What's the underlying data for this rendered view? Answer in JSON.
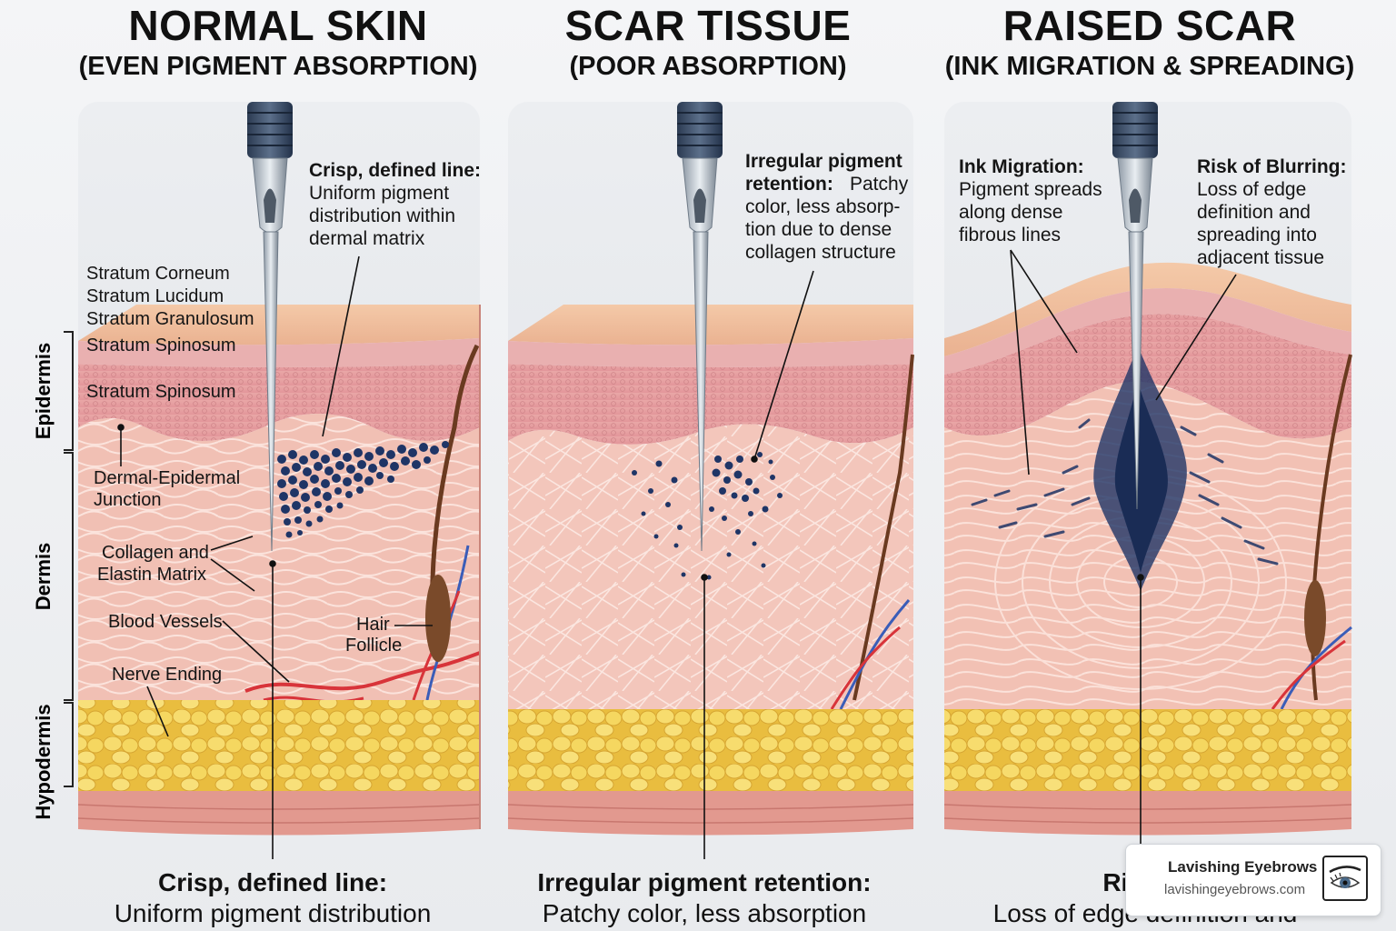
{
  "panels": [
    {
      "title": "NORMAL SKIN",
      "subtitle": "(EVEN PIGMENT ABSORPTION)",
      "callout_heading": "Crisp, defined line:",
      "callout_lines": [
        "Uniform pigment",
        "distribution within",
        "dermal matrix"
      ],
      "bottom_heading": "Crisp, defined line:",
      "bottom_text": "Uniform pigment distribution"
    },
    {
      "title": "SCAR TISSUE",
      "subtitle": "(POOR ABSORPTION)",
      "callout_heading_lines": [
        "Irregular pigment",
        "retention:"
      ],
      "callout_lines": [
        "Patchy",
        "color, less absorp-",
        "tion due to dense",
        "collagen structure"
      ],
      "bottom_heading": "Irregular pigment retention:",
      "bottom_text": "Patchy color, less absorption"
    },
    {
      "title": "RAISED SCAR",
      "subtitle": "(INK MIGRATION & SPREADING)",
      "callout_a_heading": "Ink Migration:",
      "callout_a_lines": [
        "Pigment spreads",
        "along dense",
        "fibrous lines"
      ],
      "callout_b_heading": "Risk of Blurring:",
      "callout_b_lines": [
        "Loss of edge",
        "definition and",
        "spreading into",
        "adjacent tissue"
      ],
      "bottom_heading": "Risk of",
      "bottom_text": "Loss of edge definition and"
    }
  ],
  "layer_labels": {
    "stratum_corneum": "Stratum Corneum",
    "stratum_lucidum": "Stratum Lucidum",
    "stratum_granulosum": "Stratum Granulosum",
    "stratum_spinosum_1": "Stratum Spinosum",
    "stratum_spinosum_2": "Stratum Spinosum",
    "dej_1": "Dermal-Epidermal",
    "dej_2": "Junction",
    "collagen_1": "Collagen and",
    "collagen_2": "Elastin Matrix",
    "blood_vessels": "Blood Vessels",
    "nerve_ending": "Nerve Ending",
    "hair_1": "Hair",
    "hair_2": "Follicle"
  },
  "side_labels": {
    "epidermis": "Epidermis",
    "dermis": "Dermis",
    "hypodermis": "Hypodermis"
  },
  "brand": {
    "name": "Lavishing Eyebrows",
    "url": "lavishingeyebrows.com"
  },
  "colors": {
    "epidermis": "#e8a8a6",
    "dermis": "#f2c2b4",
    "fat": "#f2d35a",
    "ink": "#1f3566",
    "vessel_red": "#d8343a",
    "vessel_blue": "#3a5db8"
  }
}
